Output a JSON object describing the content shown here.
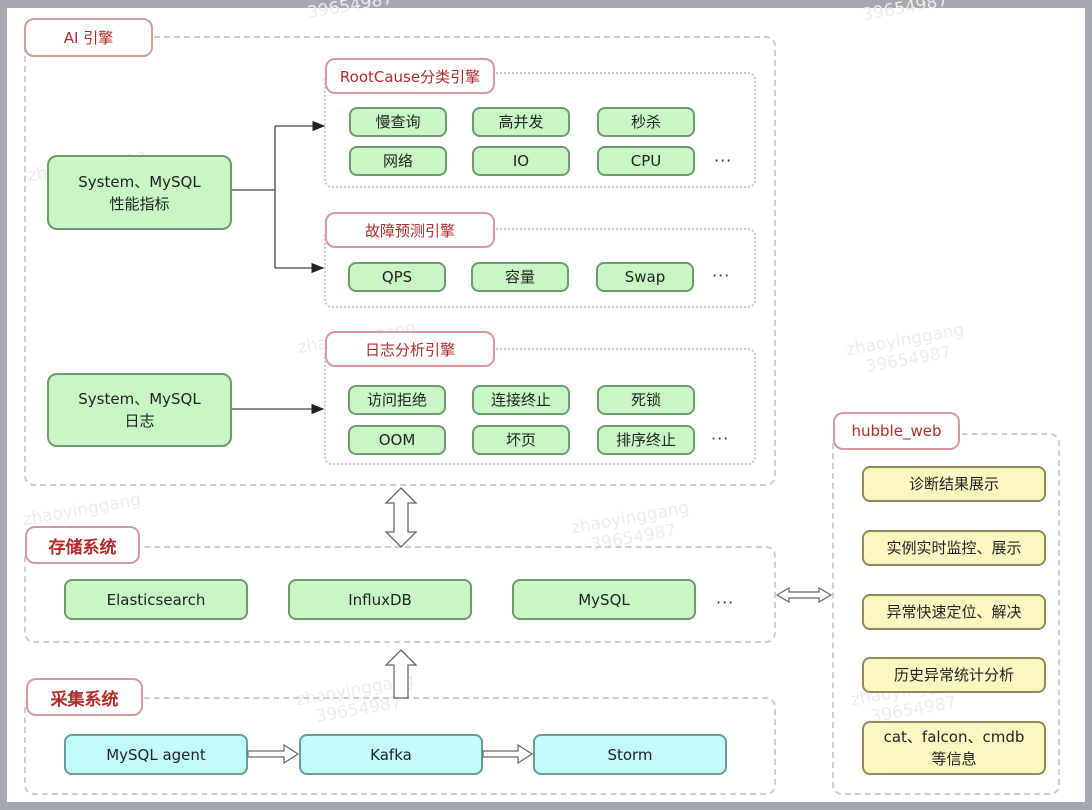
{
  "ai_engine": {
    "title": "AI 引擎",
    "inputs": {
      "metrics": "System、MySQL\n性能指标",
      "logs": "System、MySQL\n日志"
    },
    "rootcause": {
      "title": "RootCause分类引擎",
      "items": [
        "慢查询",
        "高并发",
        "秒杀",
        "网络",
        "IO",
        "CPU"
      ],
      "more": "···"
    },
    "fault_prediction": {
      "title": "故障预测引擎",
      "items": [
        "QPS",
        "容量",
        "Swap"
      ],
      "more": "···"
    },
    "log_analysis": {
      "title": "日志分析引擎",
      "items": [
        "访问拒绝",
        "连接终止",
        "死锁",
        "OOM",
        "坏页",
        "排序终止"
      ],
      "more": "···"
    }
  },
  "storage": {
    "title": "存储系统",
    "items": [
      "Elasticsearch",
      "InfluxDB",
      "MySQL"
    ],
    "more": "···"
  },
  "collection": {
    "title": "采集系统",
    "items": [
      "MySQL agent",
      "Kafka",
      "Storm"
    ]
  },
  "hubble_web": {
    "title": "hubble_web",
    "items": [
      "诊断结果展示",
      "实例实时监控、展示",
      "异常快速定位、解决",
      "历史异常统计分析",
      "cat、falcon、cmdb\n等信息"
    ]
  },
  "watermark": {
    "name": "zhaoyinggang",
    "id": "39654987"
  },
  "colors": {
    "tag_text": "#b22a2a",
    "tag_border": "#d79a9a",
    "node_green": "#c8f7c5",
    "node_cyan": "#c2fbfb",
    "node_yellow": "#fbf7c1"
  }
}
